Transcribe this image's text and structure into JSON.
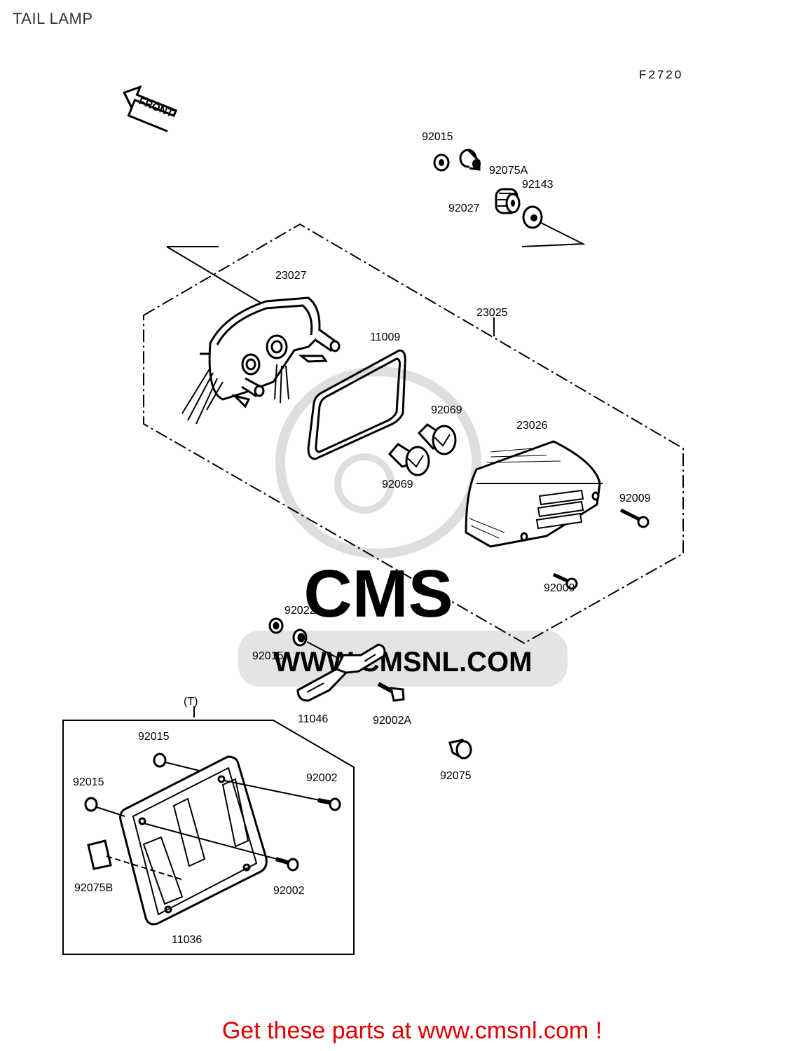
{
  "title": "TAIL LAMP",
  "figure_code": "F2720",
  "front_label": "FRONT",
  "watermark": "WWW.CMSNL.COM",
  "watermark_logo": "CMS",
  "group_label": "(T)",
  "footer": "Get these parts at www.cmsnl.com !",
  "part_numbers": {
    "p92015_top": "92015",
    "p92075A": "92075A",
    "p92143": "92143",
    "p92027": "92027",
    "p23027": "23027",
    "p23025": "23025",
    "p11009": "11009",
    "p92069_a": "92069",
    "p92069_b": "92069",
    "p23026": "23026",
    "p92009_a": "92009",
    "p92009_b": "92009",
    "p92022": "92022",
    "p92015_mid": "92015",
    "p11046": "11046",
    "p92002A": "92002A",
    "p92075": "92075",
    "p92015_plate_a": "92015",
    "p92015_plate_b": "92015",
    "p92002_a": "92002",
    "p92002_b": "92002",
    "p92075B": "92075B",
    "p11036": "11036"
  },
  "colors": {
    "footer": "#e00000",
    "watermark": "#d8d8d8",
    "line": "#000000"
  }
}
